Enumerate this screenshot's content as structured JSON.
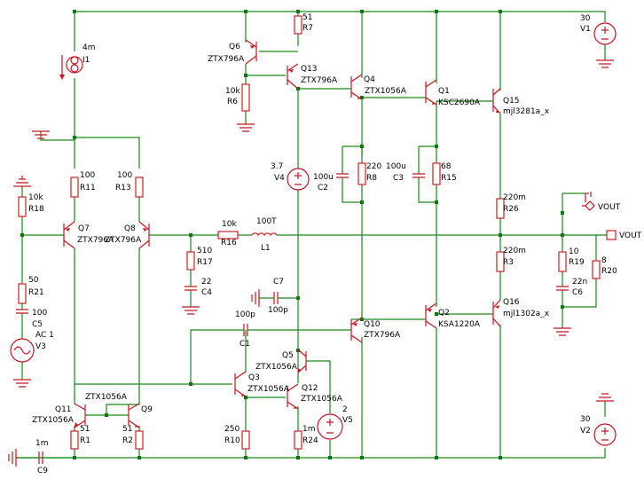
{
  "components": {
    "I1": {
      "ref": "I1",
      "value": "4m"
    },
    "V1": {
      "ref": "V1",
      "value": "30"
    },
    "V2": {
      "ref": "V2",
      "value": "30"
    },
    "V3": {
      "ref": "V3",
      "value": "AC 1"
    },
    "V4": {
      "ref": "V4",
      "value": "3.7"
    },
    "V5": {
      "ref": "V5",
      "value": "2"
    },
    "R1": {
      "ref": "R1",
      "value": "51"
    },
    "R2": {
      "ref": "R2",
      "value": "51"
    },
    "R3": {
      "ref": "R3",
      "value": "220m"
    },
    "R6": {
      "ref": "R6",
      "value": "10k"
    },
    "R7": {
      "ref": "R7",
      "value": "51"
    },
    "R8": {
      "ref": "R8",
      "value": "220"
    },
    "R10": {
      "ref": "R10",
      "value": "250"
    },
    "R11": {
      "ref": "R11",
      "value": "100"
    },
    "R13": {
      "ref": "R13",
      "value": "100"
    },
    "R15": {
      "ref": "R15",
      "value": "68"
    },
    "R16": {
      "ref": "R16",
      "value": "10k"
    },
    "R17": {
      "ref": "R17",
      "value": "510"
    },
    "R18": {
      "ref": "R18",
      "value": "10k"
    },
    "R19": {
      "ref": "R19",
      "value": "10"
    },
    "R20": {
      "ref": "R20",
      "value": "8"
    },
    "R21": {
      "ref": "R21",
      "value": "50"
    },
    "R24": {
      "ref": "R24",
      "value": "1m"
    },
    "R26": {
      "ref": "R26",
      "value": "220m"
    },
    "C1": {
      "ref": "C1",
      "value": "100p"
    },
    "C2": {
      "ref": "C2",
      "value": "100u"
    },
    "C3": {
      "ref": "C3",
      "value": "100u"
    },
    "C4": {
      "ref": "C4",
      "value": "22"
    },
    "C5": {
      "ref": "C5",
      "value": "100"
    },
    "C6": {
      "ref": "C6",
      "value": "22n"
    },
    "C7": {
      "ref": "C7",
      "value": "100p"
    },
    "C9": {
      "ref": "C9",
      "value": "1m"
    },
    "L1": {
      "ref": "L1",
      "value": "100T"
    },
    "Q1": {
      "ref": "Q1",
      "model": "KSC2690A"
    },
    "Q2": {
      "ref": "Q2",
      "model": "KSA1220A"
    },
    "Q3": {
      "ref": "Q3",
      "model": "ZTX1056A"
    },
    "Q4": {
      "ref": "Q4",
      "model": "ZTX1056A"
    },
    "Q5": {
      "ref": "Q5",
      "model": "ZTX1056A"
    },
    "Q6": {
      "ref": "Q6",
      "model": "ZTX796A"
    },
    "Q7": {
      "ref": "Q7",
      "model": "ZTX796A"
    },
    "Q8": {
      "ref": "Q8",
      "model": "ZTX796A"
    },
    "Q9": {
      "ref": "Q9",
      "model": "ZTX1056A"
    },
    "Q10": {
      "ref": "Q10",
      "model": "ZTX796A"
    },
    "Q11": {
      "ref": "Q11",
      "model": "ZTX1056A"
    },
    "Q12": {
      "ref": "Q12",
      "model": "ZTX1056A"
    },
    "Q13": {
      "ref": "Q13",
      "model": "ZTX796A"
    },
    "Q15": {
      "ref": "Q15",
      "model": "mjl3281a_x"
    },
    "Q16": {
      "ref": "Q16",
      "model": "mjl1302a_x"
    }
  },
  "nets": {
    "vout1": "VOUT",
    "vout2": "VOUT"
  }
}
